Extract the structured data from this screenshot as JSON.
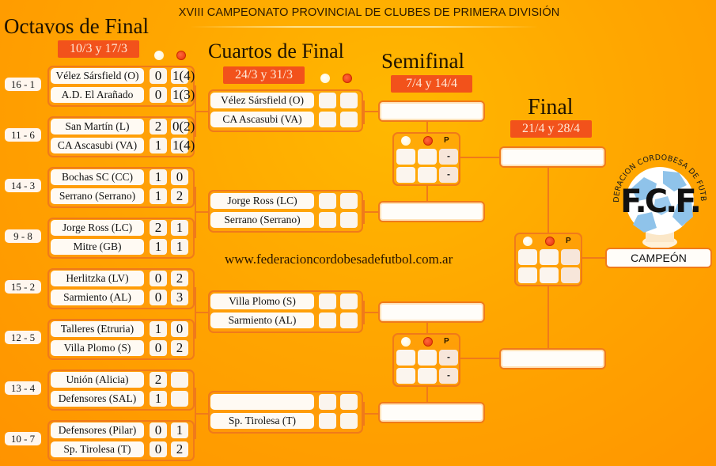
{
  "header": {
    "title": "XVIII CAMPEONATO PROVINCIAL DE CLUBES DE PRIMERA DIVISIÓN",
    "website": "www.federacioncordobesadefutbol.com.ar"
  },
  "colors": {
    "background": "#ffa600",
    "accent_border": "#f07a1a",
    "date_badge": "#f2521b",
    "home_dot": "#ffffff",
    "away_dot": "#e8300c"
  },
  "rounds": {
    "octavos": {
      "title": "Octavos de Final",
      "dates": "10/3 y 17/3"
    },
    "cuartos": {
      "title": "Cuartos de Final",
      "dates": "24/3 y 31/3"
    },
    "semifinal": {
      "title": "Semifinal",
      "dates": "7/4 y 14/4"
    },
    "final": {
      "title": "Final",
      "dates": "21/4 y 28/4"
    }
  },
  "penalty_label": "P",
  "penalty_placeholder": "-",
  "octavos_matches": [
    {
      "seed": "16 - 1",
      "teams": [
        {
          "name": "Vélez Sársfield (O)",
          "leg1": "0",
          "leg2": "1(4)"
        },
        {
          "name": "A.D. El Arañado",
          "leg1": "0",
          "leg2": "1(3)"
        }
      ]
    },
    {
      "seed": "11 - 6",
      "teams": [
        {
          "name": "San Martín (L)",
          "leg1": "2",
          "leg2": "0(2)"
        },
        {
          "name": "CA Ascasubi (VA)",
          "leg1": "1",
          "leg2": "1(4)"
        }
      ]
    },
    {
      "seed": "14 - 3",
      "teams": [
        {
          "name": "Bochas SC (CC)",
          "leg1": "1",
          "leg2": "0"
        },
        {
          "name": "Serrano (Serrano)",
          "leg1": "1",
          "leg2": "2"
        }
      ]
    },
    {
      "seed": "9 - 8",
      "teams": [
        {
          "name": "Jorge Ross (LC)",
          "leg1": "2",
          "leg2": "1"
        },
        {
          "name": "Mitre (GB)",
          "leg1": "1",
          "leg2": "1"
        }
      ]
    },
    {
      "seed": "15 - 2",
      "teams": [
        {
          "name": "Herlitzka (LV)",
          "leg1": "0",
          "leg2": "2"
        },
        {
          "name": "Sarmiento (AL)",
          "leg1": "0",
          "leg2": "3"
        }
      ]
    },
    {
      "seed": "12 - 5",
      "teams": [
        {
          "name": "Talleres (Etruria)",
          "leg1": "1",
          "leg2": "0"
        },
        {
          "name": "Villa Plomo (S)",
          "leg1": "0",
          "leg2": "2"
        }
      ]
    },
    {
      "seed": "13 - 4",
      "teams": [
        {
          "name": "Unión (Alicia)",
          "leg1": "2",
          "leg2": ""
        },
        {
          "name": "Defensores (SAL)",
          "leg1": "1",
          "leg2": ""
        }
      ]
    },
    {
      "seed": "10 - 7",
      "teams": [
        {
          "name": "Defensores (Pilar)",
          "leg1": "0",
          "leg2": "1"
        },
        {
          "name": "Sp. Tirolesa (T)",
          "leg1": "0",
          "leg2": "2"
        }
      ]
    }
  ],
  "cuartos_matches": [
    {
      "teams": [
        {
          "name": "Vélez Sársfield (O)",
          "leg1": "",
          "leg2": ""
        },
        {
          "name": "CA Ascasubi (VA)",
          "leg1": "",
          "leg2": ""
        }
      ]
    },
    {
      "teams": [
        {
          "name": "Jorge Ross (LC)",
          "leg1": "",
          "leg2": ""
        },
        {
          "name": "Serrano (Serrano)",
          "leg1": "",
          "leg2": ""
        }
      ]
    },
    {
      "teams": [
        {
          "name": "Villa Plomo (S)",
          "leg1": "",
          "leg2": ""
        },
        {
          "name": "Sarmiento (AL)",
          "leg1": "",
          "leg2": ""
        }
      ]
    },
    {
      "teams": [
        {
          "name": "",
          "leg1": "",
          "leg2": ""
        },
        {
          "name": "Sp. Tirolesa (T)",
          "leg1": "",
          "leg2": ""
        }
      ]
    }
  ],
  "semifinal_slots": [
    "",
    "",
    "",
    ""
  ],
  "final_slots": [
    "",
    ""
  ],
  "champion_label": "CAMPEÓN",
  "logo": {
    "ring_text": "FEDERACION CORDOBESA DE FUTBOL",
    "initials": "F.C.F."
  }
}
